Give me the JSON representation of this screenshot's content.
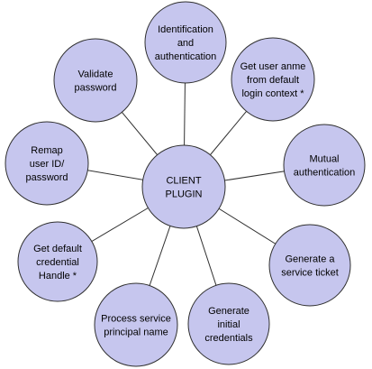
{
  "diagram": {
    "center": {
      "label_lines": [
        "CLIENT",
        "PLUGIN"
      ]
    },
    "nodes": [
      {
        "id": "identification-and-authentication",
        "label_lines": [
          "Identification",
          "and",
          "authentication"
        ]
      },
      {
        "id": "get-user-name-from-default-login-context",
        "label_lines": [
          "Get user anme",
          "from default",
          "login context *"
        ]
      },
      {
        "id": "mutual-authentication",
        "label_lines": [
          "Mutual",
          "authentication"
        ]
      },
      {
        "id": "generate-service-ticket",
        "label_lines": [
          "Generate a",
          "service ticket"
        ]
      },
      {
        "id": "generate-initial-credentials",
        "label_lines": [
          "Generate",
          "initial",
          "credentials"
        ]
      },
      {
        "id": "process-service-principal-name",
        "label_lines": [
          "Process service",
          "principal name"
        ]
      },
      {
        "id": "get-default-credential-handle",
        "label_lines": [
          "Get default",
          "credential",
          "Handle *"
        ]
      },
      {
        "id": "remap-user-id-password",
        "label_lines": [
          "Remap",
          "user ID/",
          "password"
        ]
      },
      {
        "id": "validate-password",
        "label_lines": [
          "Validate",
          "password"
        ]
      }
    ],
    "colors": {
      "circle_fill": "#c6c6ee",
      "stroke": "#303030",
      "text": "#000000"
    }
  }
}
